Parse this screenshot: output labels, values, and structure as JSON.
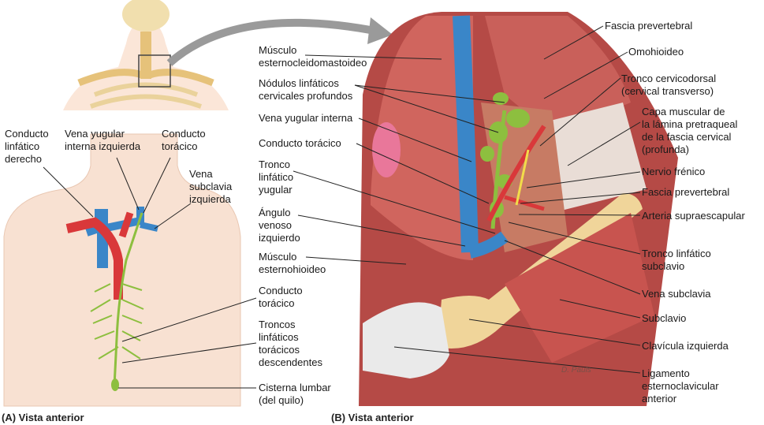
{
  "panel_a": {
    "caption": "(A) Vista anterior",
    "labels": {
      "right_duct": "Conducto\nlinfático\nderecho",
      "left_ij_vein": "Vena yugular\ninterna izquierda",
      "thoracic_duct_top": "Conducto\ntorácico",
      "left_subclavian": "Vena\nsubclavia\nizquierda",
      "thoracic_duct_mid": "Conducto\ntorácico",
      "descending_trunks": "Troncos\nlinfáticos\ntorácicos\ndescendentes",
      "cisterna": "Cisterna lumbar\n(del quilo)"
    }
  },
  "panel_b": {
    "caption": "(B) Vista anterior",
    "left_labels": {
      "scm": "Músculo\nesternocleidomastoideo",
      "deep_nodes": "Nódulos linfáticos\ncervicales profundos",
      "ij_vein": "Vena yugular interna",
      "thoracic_duct": "Conducto torácico",
      "jugular_trunk": "Tronco\nlinfático\nyugular",
      "venous_angle": "Ángulo\nvenoso\nizquierdo",
      "sternohyoid": "Músculo\nesternohioideo"
    },
    "right_labels": {
      "prevertebral_fascia_top": "Fascia prevertebral",
      "omohyoid": "Omohioideo",
      "cervicodorsal": "Tronco cervicodorsal\n(cervical transverso)",
      "pretracheal": "Capa muscular de\nla lámina pretraqueal\nde la fascia cervical\n(profunda)",
      "phrenic": "Nervio frénico",
      "prevertebral_fascia": "Fascia prevertebral",
      "suprascapular": "Arteria supraescapular",
      "subclavian_trunk": "Tronco linfático\nsubclavio",
      "subclavian_vein": "Vena subclavia",
      "subclavius": "Subclavio",
      "clavicle": "Clavícula izquierda",
      "ligament": "Ligamento\nesternoclavicular\nanterior"
    },
    "signature": "D. Pauls"
  },
  "colors": {
    "vein": "#3a86c8",
    "artery": "#d9383a",
    "lymph": "#8dbf3f",
    "muscle": "#c9605a",
    "bone": "#f0d59a",
    "skin": "#f6dccb"
  }
}
